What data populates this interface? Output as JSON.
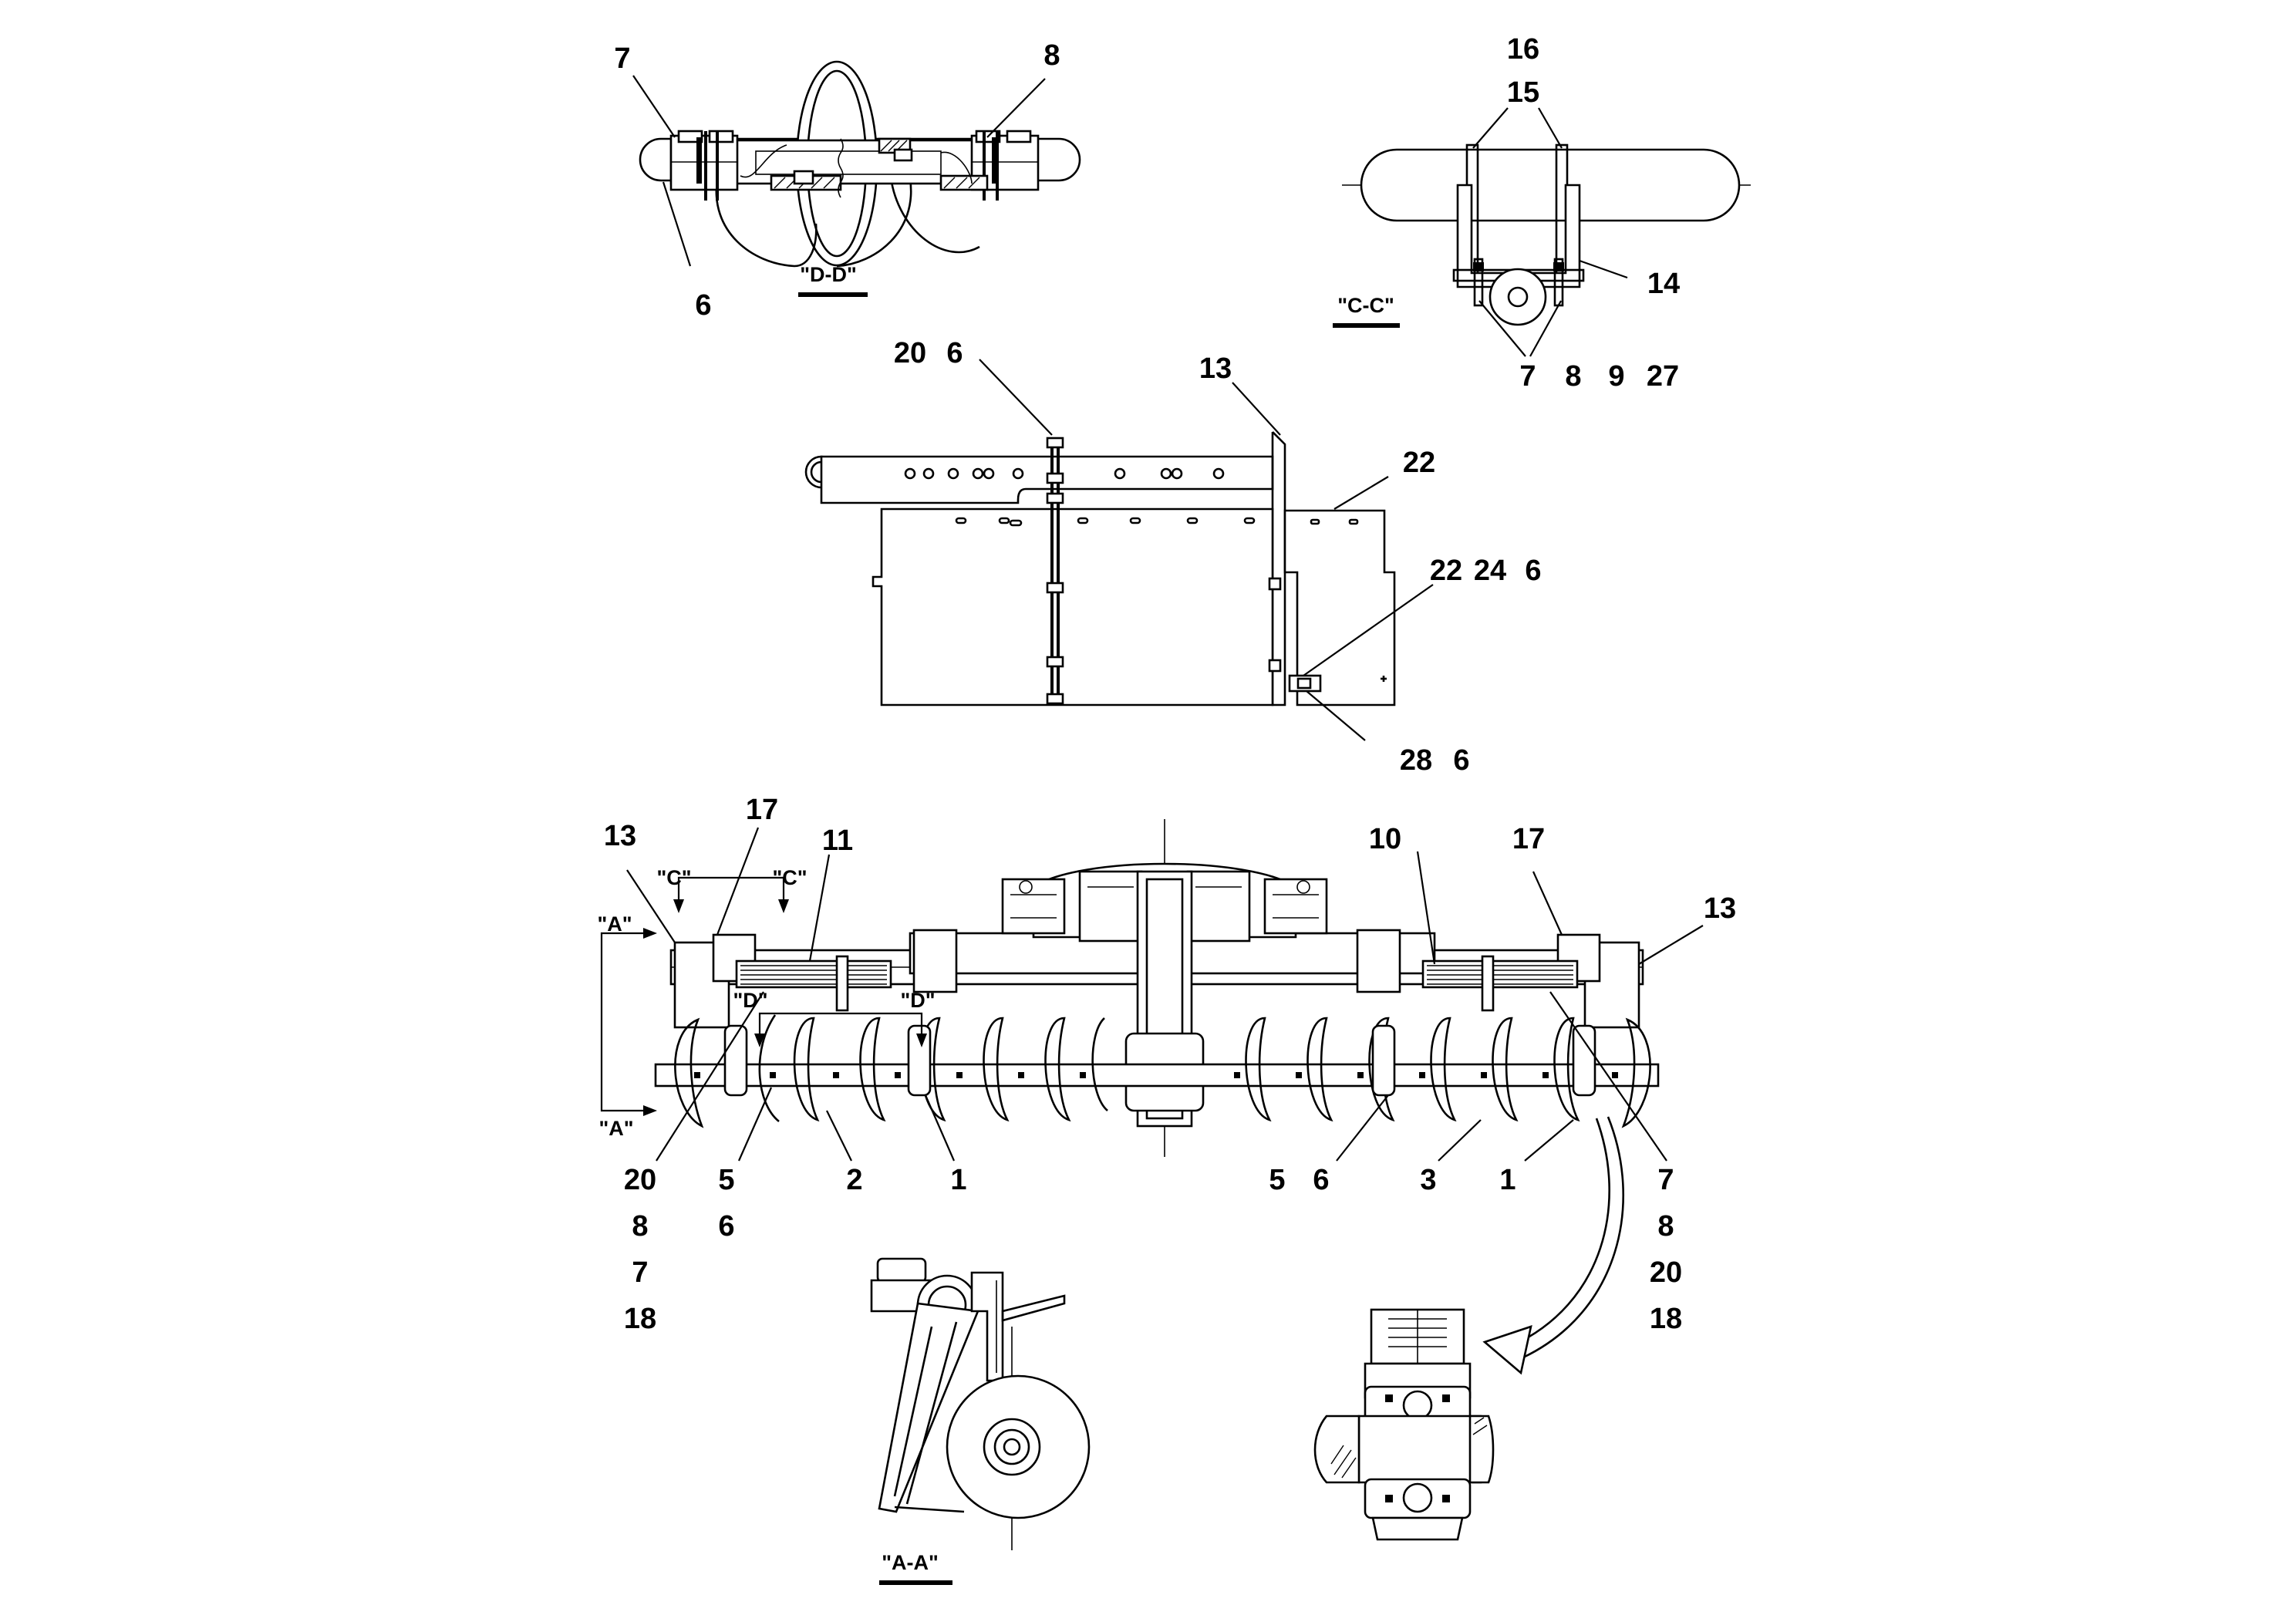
{
  "views": {
    "dd": {
      "title": "\"D-D\"",
      "callouts": [
        "7",
        "8",
        "6"
      ]
    },
    "cc": {
      "title": "\"C-C\"",
      "callouts": [
        "16",
        "15",
        "14",
        "7",
        "8",
        "9",
        "27"
      ]
    },
    "side": {
      "callouts": [
        "20",
        "6",
        "13",
        "22",
        "22",
        "24",
        "6",
        "28",
        "6"
      ]
    },
    "plan": {
      "section_marks": [
        "\"C\"",
        "\"C\"",
        "\"A\"",
        "\"A\"",
        "\"D\"",
        "\"D\""
      ],
      "callouts": [
        "17",
        "13",
        "11",
        "10",
        "17",
        "13"
      ],
      "bottom_left": [
        "20",
        "8",
        "7",
        "18"
      ],
      "bottom_mid_left": [
        "5",
        "6"
      ],
      "bottom_mid": [
        "2",
        "1",
        "5",
        "6",
        "3",
        "1"
      ],
      "bottom_right": [
        "7",
        "8",
        "20",
        "18"
      ]
    },
    "aa": {
      "title": "\"A-A\""
    }
  }
}
